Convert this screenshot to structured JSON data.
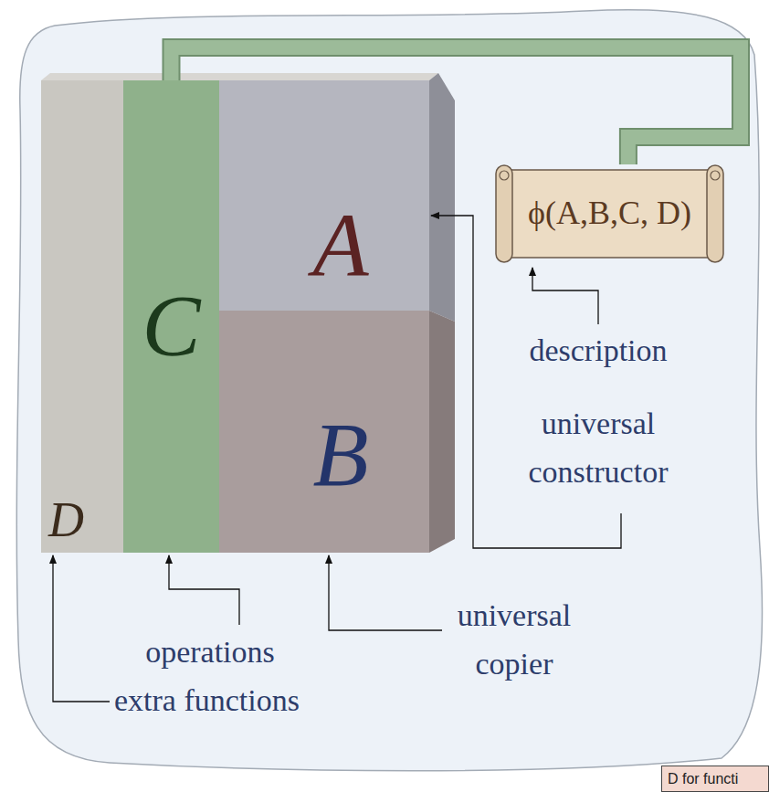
{
  "diagram": {
    "nodes": [
      {
        "text": [
          "D"
        ]
      },
      {
        "text": [
          "C"
        ]
      },
      {
        "text": [
          "A"
        ]
      },
      {
        "text": [
          "B"
        ]
      },
      {
        "text": [
          "ϕ(A,B,C, D)"
        ]
      },
      {
        "text": [
          "D for functi"
        ]
      }
    ],
    "edges": [
      {
        "from": 1,
        "to": 4,
        "arrow": "none"
      }
    ],
    "labels": [
      "description",
      "universal constructor",
      "universal copier",
      "operations",
      "extra functions"
    ]
  }
}
